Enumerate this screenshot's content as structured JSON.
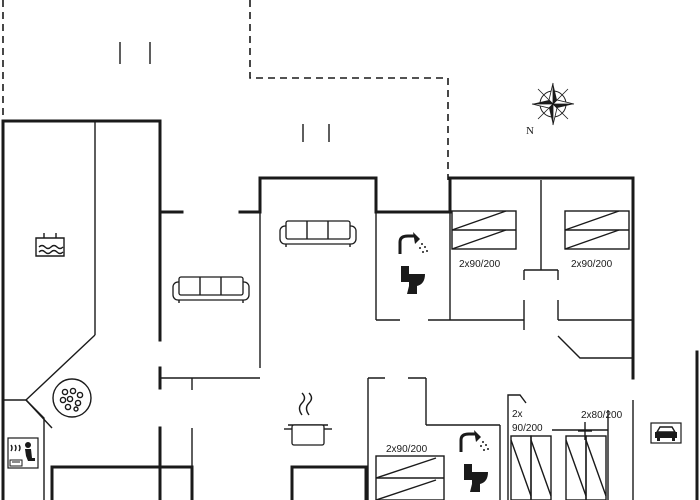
{
  "compass": {
    "north_label": "N"
  },
  "rooms": {
    "bed_1": {
      "label": "2x90/200"
    },
    "bed_2": {
      "label": "2x90/200"
    },
    "bed_3": {
      "label": "2x90/200"
    },
    "bed_4": {
      "label_line1": "2x",
      "label_line2": "90/200"
    },
    "bed_5": {
      "label": "2x80/200"
    }
  },
  "icons": [
    "pool-icon",
    "whirlpool-icon",
    "sauna-icon",
    "sofa-icon",
    "shower-icon",
    "toilet-icon",
    "kitchen-icon",
    "car-icon",
    "compass-icon"
  ]
}
